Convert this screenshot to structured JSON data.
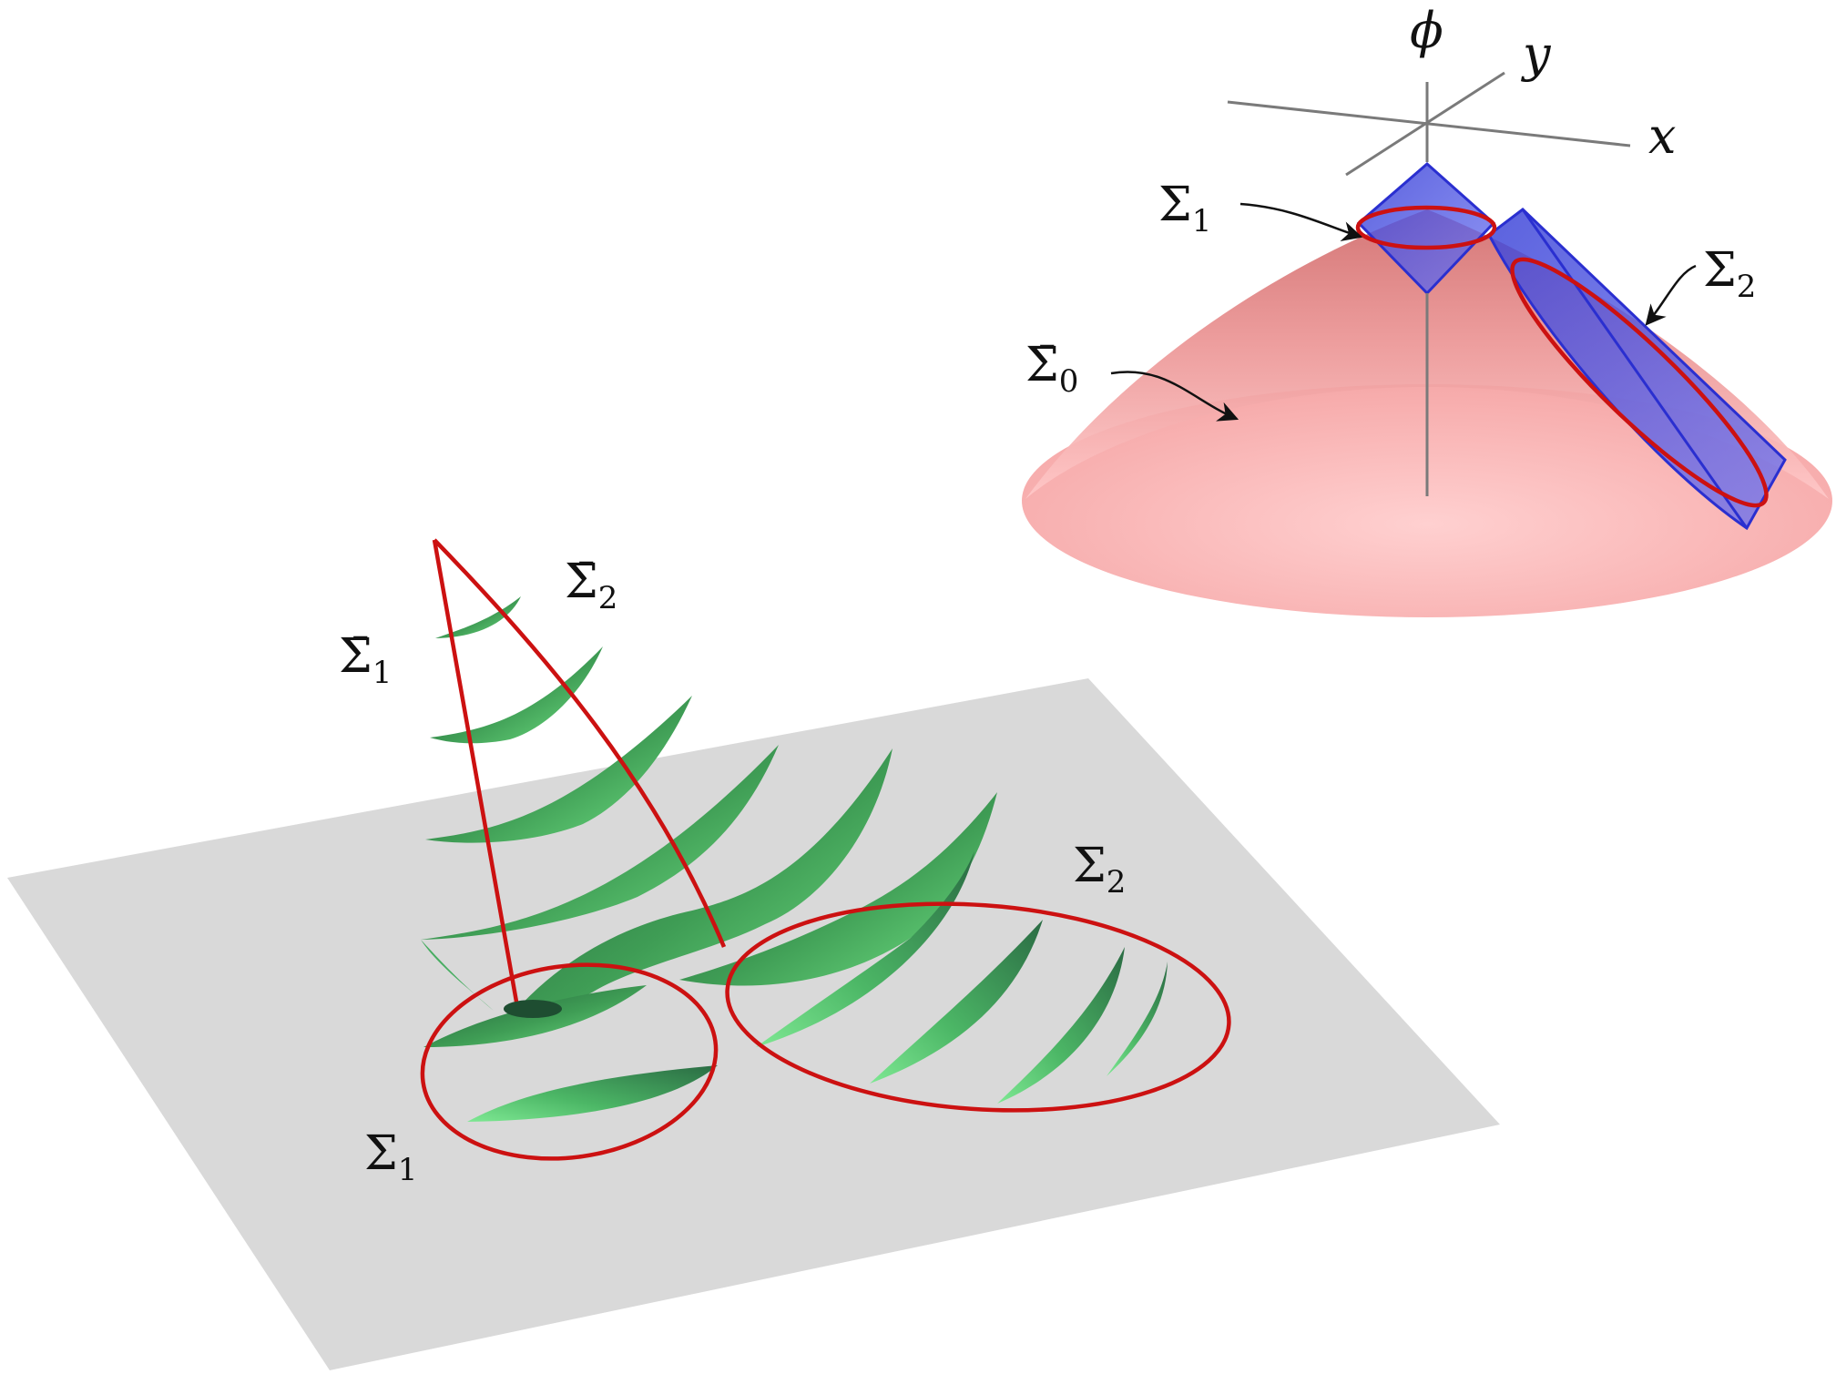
{
  "colors": {
    "plane": "#d9d9d9",
    "curve": "#cc1111",
    "surface_green_light": "#6fe07f",
    "surface_green_dark": "#1f5a37",
    "cone_light": "#ffc7c7",
    "cone_mid": "#f09a9a",
    "cone_dark": "#d86c6c",
    "cone_blue": "#4a52e8",
    "cone_blue_dark": "#2227b8",
    "axis": "#7a7a7a",
    "arrow": "#111111"
  },
  "bottom_panel": {
    "labels": {
      "sigma_bar_1": "Σ̄",
      "sigma_bar_1_sub": "1",
      "sigma_bar_2": "Σ̄",
      "sigma_bar_2_sub": "2",
      "sigma_1": "Σ",
      "sigma_1_sub": "1",
      "sigma_2": "Σ",
      "sigma_2_sub": "2"
    }
  },
  "top_panel": {
    "axes": {
      "phi": "ϕ",
      "x": "x",
      "y": "y"
    },
    "labels": {
      "sigma_1": "Σ",
      "sigma_1_sub": "1",
      "sigma_2": "Σ",
      "sigma_2_sub": "2",
      "sigma_bar_0": "Σ̄",
      "sigma_bar_0_sub": "0"
    }
  }
}
